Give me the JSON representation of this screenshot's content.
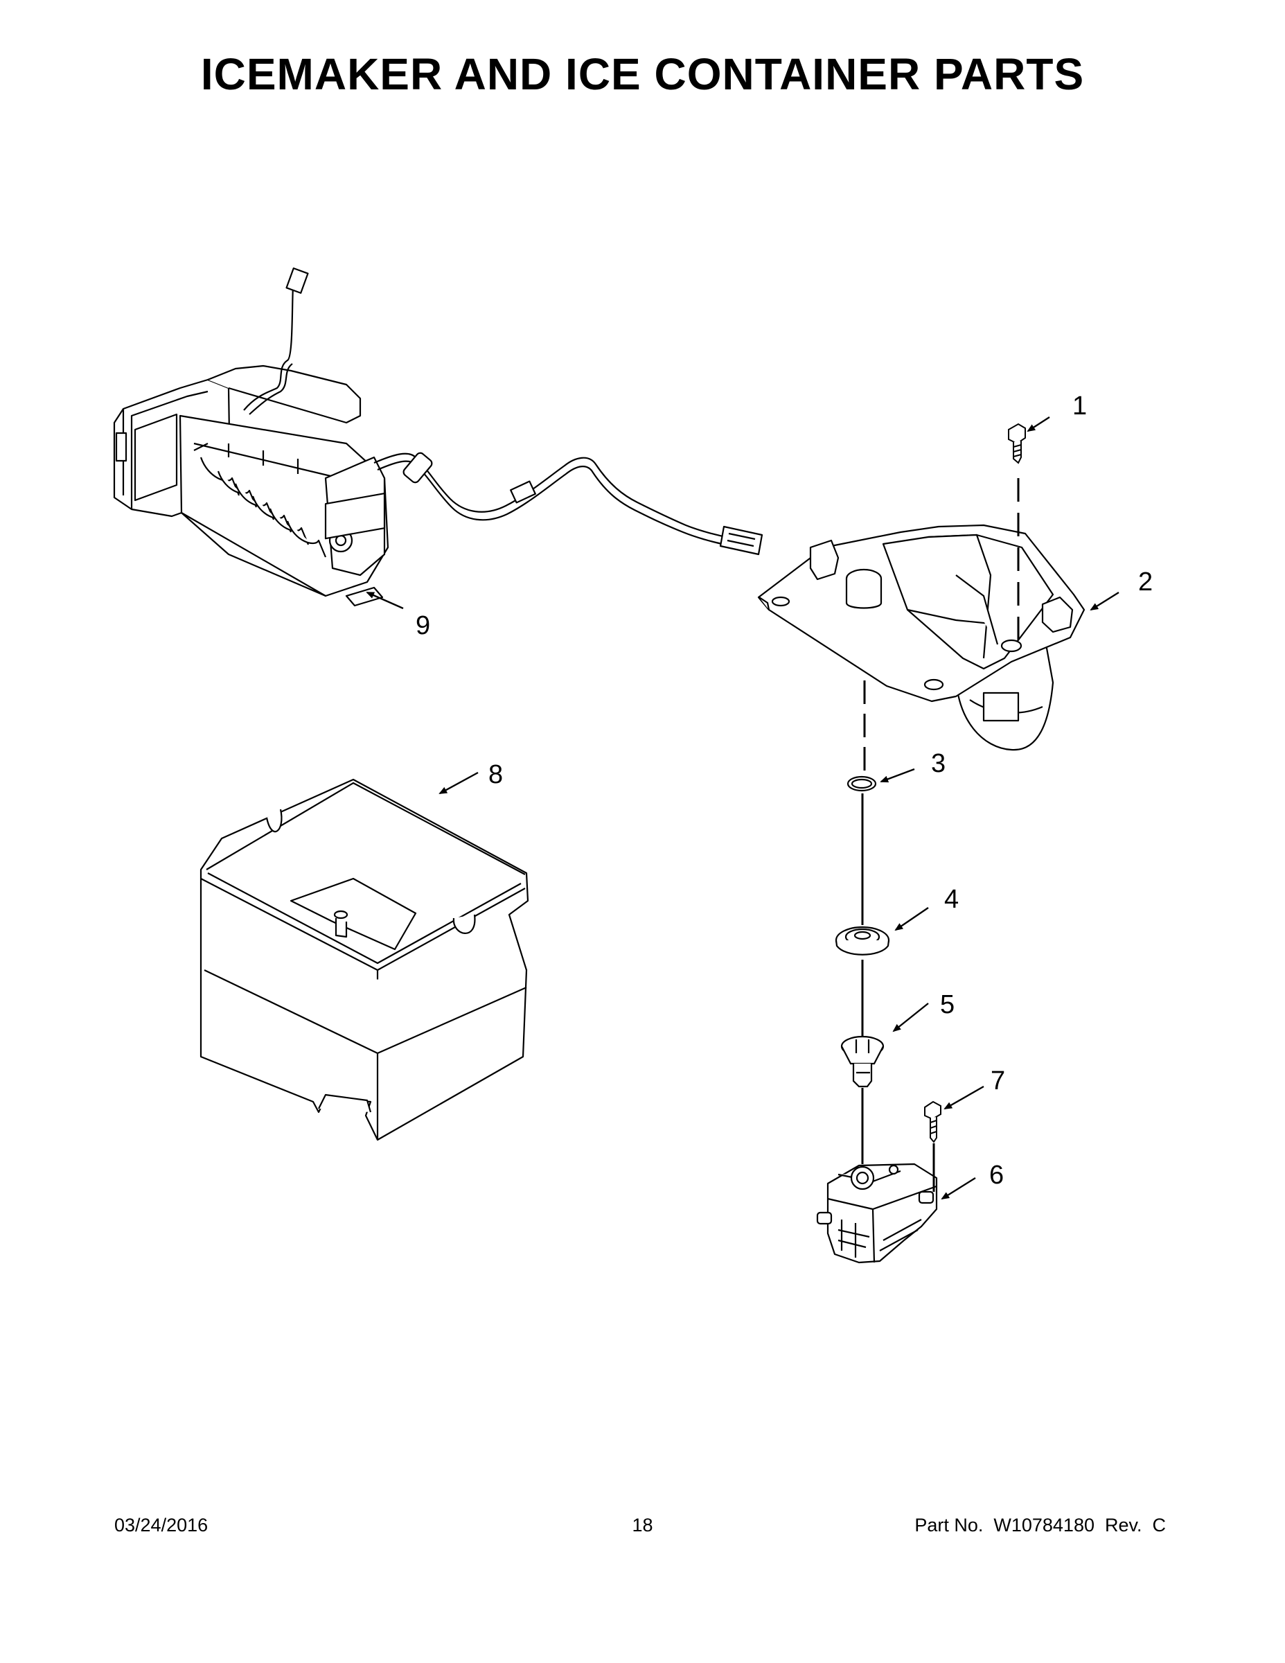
{
  "title": "ICEMAKER AND ICE CONTAINER PARTS",
  "callouts": [
    {
      "number": "1",
      "part": "screw"
    },
    {
      "number": "2",
      "part": "ice-chute-housing"
    },
    {
      "number": "3",
      "part": "o-ring"
    },
    {
      "number": "4",
      "part": "bearing"
    },
    {
      "number": "5",
      "part": "coupler"
    },
    {
      "number": "6",
      "part": "auger-motor"
    },
    {
      "number": "7",
      "part": "screw"
    },
    {
      "number": "8",
      "part": "ice-container"
    },
    {
      "number": "9",
      "part": "icemaker-assembly"
    }
  ],
  "footer": {
    "date": "03/24/2016",
    "page": "18",
    "part_no": "Part No.  W10784180  Rev.  C"
  }
}
